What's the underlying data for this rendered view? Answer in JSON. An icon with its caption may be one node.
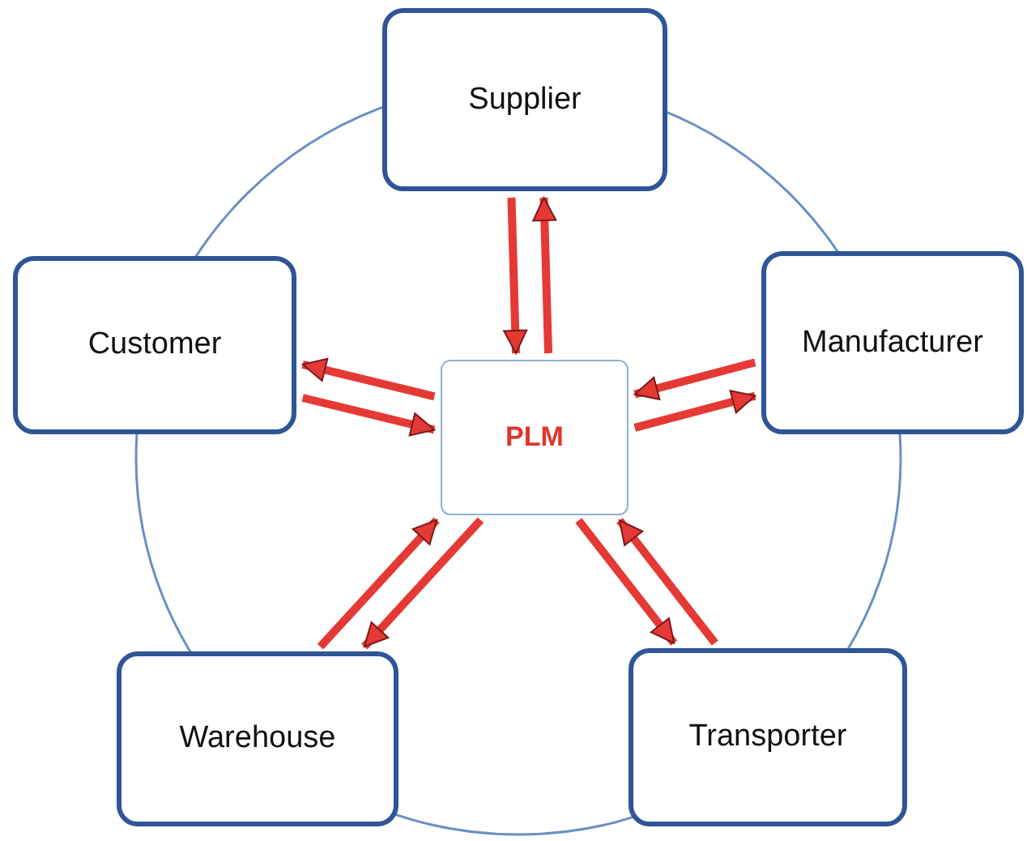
{
  "diagram": {
    "nodes": [
      {
        "text": [
          "Supplier"
        ]
      },
      {
        "text": [
          "Customer"
        ]
      },
      {
        "text": [
          "Manufacturer"
        ]
      },
      {
        "text": [
          "PLM"
        ]
      },
      {
        "text": [
          "Warehouse"
        ]
      },
      {
        "text": [
          "Transporter"
        ]
      }
    ],
    "edges": [
      {
        "from": 3,
        "to": 0,
        "arrow": "to"
      },
      {
        "from": 0,
        "to": 3,
        "arrow": "to"
      },
      {
        "from": 3,
        "to": 1,
        "arrow": "to"
      },
      {
        "from": 1,
        "to": 3,
        "arrow": "to"
      },
      {
        "from": 2,
        "to": 3,
        "arrow": "to"
      },
      {
        "from": 3,
        "to": 2,
        "arrow": "to"
      },
      {
        "from": 4,
        "to": 3,
        "arrow": "to"
      },
      {
        "from": 3,
        "to": 4,
        "arrow": "to"
      },
      {
        "from": 5,
        "to": 3,
        "arrow": "to"
      },
      {
        "from": 3,
        "to": 5,
        "arrow": "to"
      }
    ]
  }
}
